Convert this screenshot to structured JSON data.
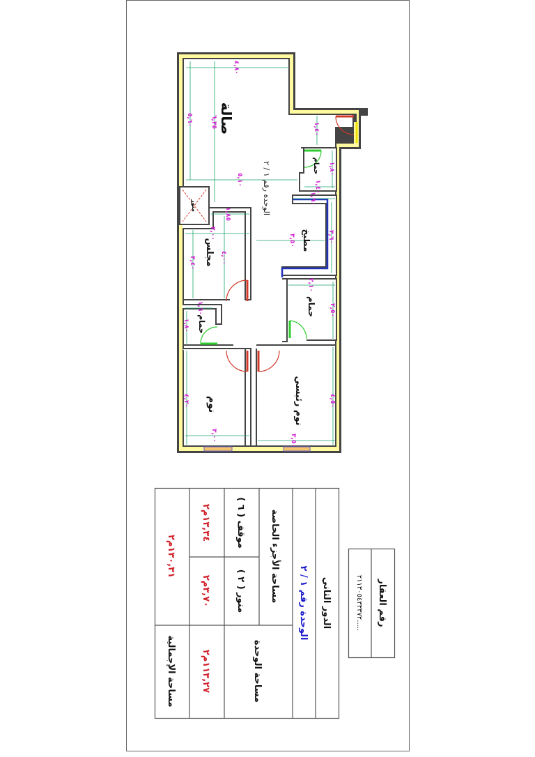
{
  "plan": {
    "unit_label": "الوحدة رقم ١ / ٢",
    "rooms": {
      "hall": "صالة",
      "bath_top": "حمام",
      "kitchen": "مطبخ",
      "majlis": "مجلس",
      "shaft": "منور",
      "bath_left": "حمام",
      "bath_right": "حمام",
      "bedroom": "نوم",
      "master_bedroom": "نوم رئيسي"
    },
    "dims": [
      "٤,٨٠",
      "٥,٦٠",
      "٦,٣٥",
      "٥,١٠",
      "١,٤٠",
      "١,٨٠",
      "١,٤٠",
      "١,٩٠",
      "٣,٦٠",
      "٣,٥٠",
      "١,٨٥",
      "٣,٠٠",
      "٤,٠٠",
      "٣,٤٠",
      "١,٦٠",
      "١,٨٠",
      "٢,١٠",
      "٢,٥٠",
      "٤,٢٠",
      "٣,٠٠",
      "٤,٥٠",
      "٣,٥٠"
    ],
    "colors": {
      "wall_fill": "#fffaa0",
      "dims": "#d21fd2",
      "dim_lines": "#1aa56a",
      "door_main": "#d23a2a",
      "door_bath": "#2ecc2e",
      "kitchen_wall": "#2233bb"
    }
  },
  "table": {
    "floor": "الدور الثاني",
    "unit": "الوحدة رقم ١ / ٢",
    "private_area_label": "مساحة الأجزء الخاصة",
    "parking_label": "موقف ( ٦ )",
    "shaft_label": "منور ( ٢ )",
    "parking_area": "١٣,٣٤م٢",
    "shaft_area": "٣,٧٠م٢",
    "unit_area_label": "مساحة الوحدة",
    "unit_area": "١١٣,٢٧م٢",
    "total_area": "١٣٠,٣١م٢",
    "total_area_label": "مساحة الإجمالية",
    "colors": {
      "unit": "#1a1acc",
      "values": "#d0202a"
    }
  },
  "property": {
    "label": "رقم العقار",
    "number": "٢١١٣٠٥٤٣٣٣٧٢....."
  }
}
